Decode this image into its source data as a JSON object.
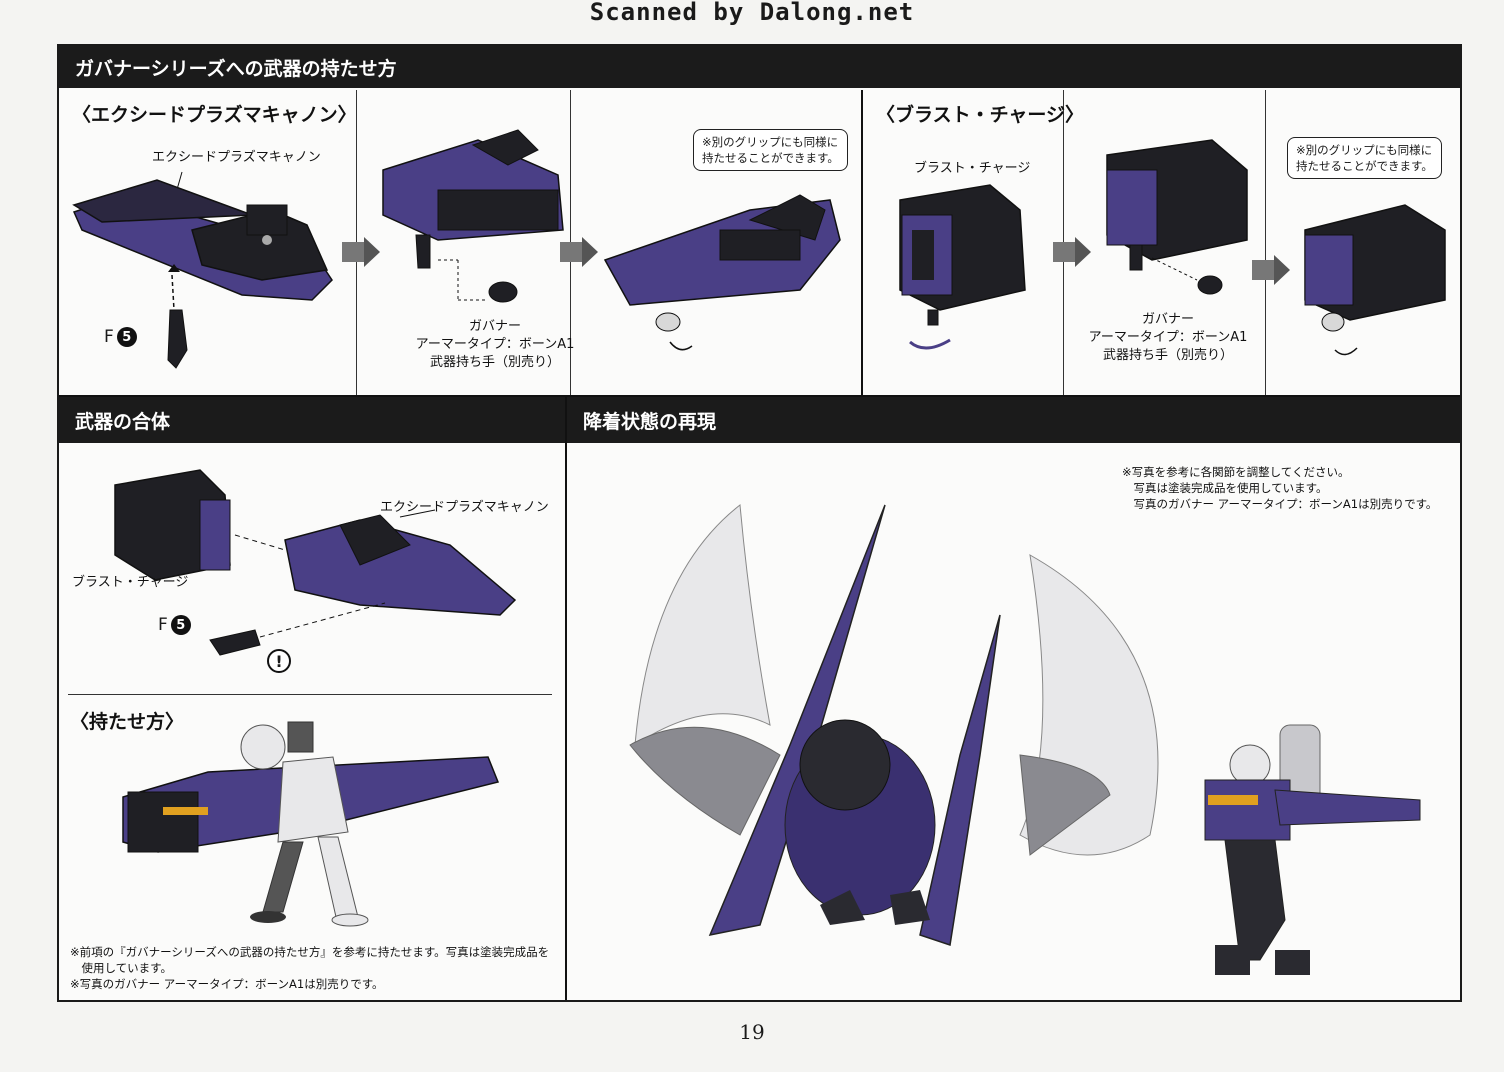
{
  "watermark": "Scanned by Dalong.net",
  "sections": {
    "main_title": "ガバナーシリーズへの武器の持たせ方",
    "combine_title": "武器の合体",
    "landing_title": "降着状態の再現"
  },
  "cannon_panel": {
    "heading": "〈エクシードプラズマキャノン〉",
    "weapon_label": "エクシードプラズマキャノン",
    "part_code": "F",
    "part_number": "5",
    "hand_label_1": "ガバナー",
    "hand_label_2": "アーマータイプ：ボーンA1",
    "hand_label_3": "武器持ち手（別売り）",
    "note_line_1": "※別のグリップにも同様に",
    "note_line_2": "持たせることができます。"
  },
  "blast_panel": {
    "heading": "〈ブラスト・チャージ〉",
    "weapon_label": "ブラスト・チャージ",
    "hand_label_1": "ガバナー",
    "hand_label_2": "アーマータイプ：ボーンA1",
    "hand_label_3": "武器持ち手（別売り）",
    "note_line_1": "※別のグリップにも同様に",
    "note_line_2": "持たせることができます。"
  },
  "combine_panel": {
    "cannon_label": "エクシードプラズマキャノン",
    "blast_label": "ブラスト・チャージ",
    "part_code": "F",
    "part_number": "5",
    "caution_mark": "!"
  },
  "holding_panel": {
    "heading": "〈持たせ方〉",
    "note_line_1": "※前項の『ガバナーシリーズへの武器の持たせ方』を参考に持たせます。写真は塗装完成品を",
    "note_line_2": "　使用しています。",
    "note_line_3": "※写真のガバナー アーマータイプ：ボーンA1は別売りです。"
  },
  "landing_panel": {
    "note_line_1": "※写真を参考に各関節を調整してください。",
    "note_line_2": "　写真は塗装完成品を使用しています。",
    "note_line_3": "　写真のガバナー アーマータイプ：ボーンA1は別売りです。"
  },
  "page_number": "19",
  "colors": {
    "purple": "#4a3f86",
    "dark": "#1f1f24",
    "white_part": "#e8e8ea",
    "bar": "#1b1b1b"
  }
}
